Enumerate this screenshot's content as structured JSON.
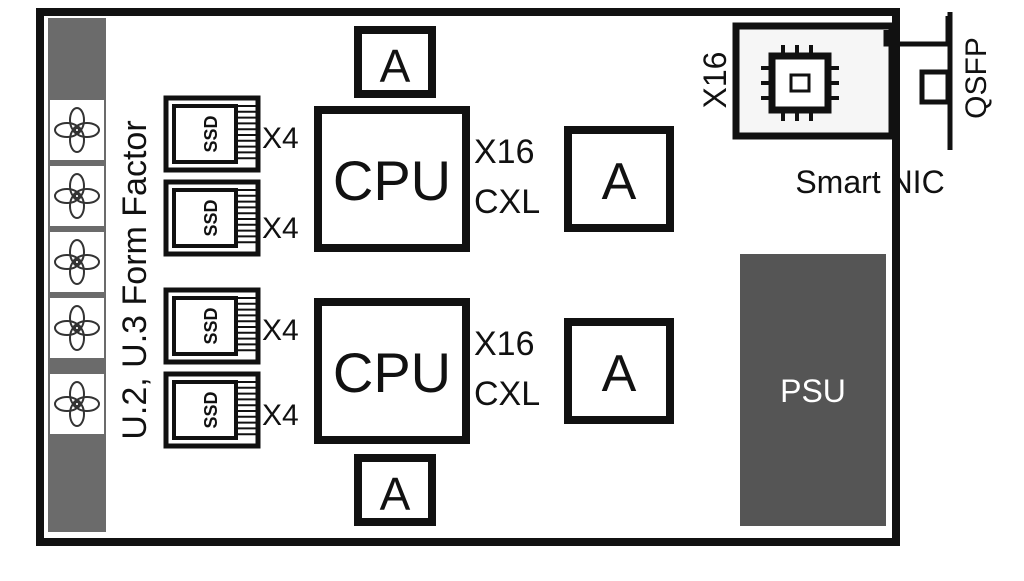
{
  "diagram": {
    "form_factor_label": "U.2, U.3 Form Factor",
    "ssd_label": "SSD",
    "ssd_links": [
      "X4",
      "X4",
      "X4",
      "X4"
    ],
    "cpus": [
      {
        "label": "CPU",
        "link_top": "X16",
        "link_bottom": "CXL",
        "accel": "A"
      },
      {
        "label": "CPU",
        "link_top": "X16",
        "link_bottom": "CXL",
        "accel": "A"
      }
    ],
    "accel_top": "A",
    "accel_bottom": "A",
    "nic": {
      "label": "Smart NIC",
      "link": "X16",
      "port": "QSFP"
    },
    "psu": {
      "label": "PSU"
    },
    "colors": {
      "outline": "#111111",
      "fan_strip": "#6b6b6b",
      "psu_fill": "#555555",
      "psu_text": "#ffffff",
      "nic_fill": "#f6f6f6"
    },
    "icons": {
      "fan": "fan-icon",
      "chip": "chip-icon"
    }
  }
}
